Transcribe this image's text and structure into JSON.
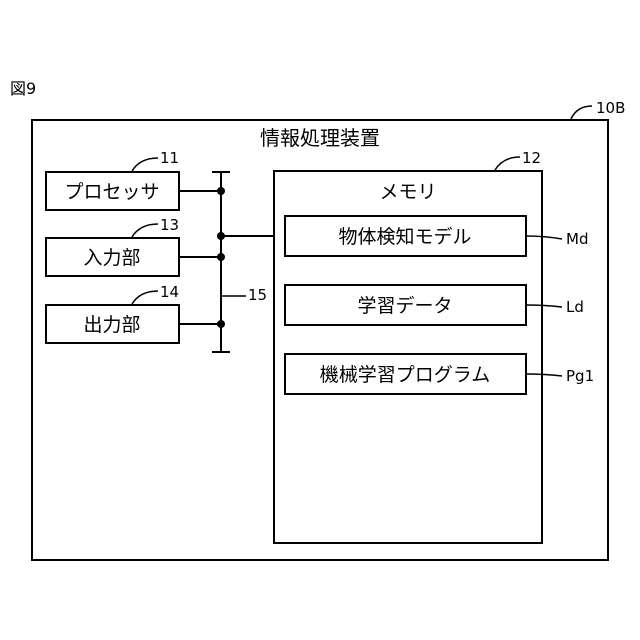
{
  "figure_label": "図9",
  "device": {
    "ref": "10B",
    "title": "情報処理装置"
  },
  "processor": {
    "label": "プロセッサ",
    "ref": "11"
  },
  "input": {
    "label": "入力部",
    "ref": "13"
  },
  "output": {
    "label": "出力部",
    "ref": "14"
  },
  "bus": {
    "ref": "15"
  },
  "memory": {
    "title": "メモリ",
    "ref": "12",
    "items": [
      {
        "label": "物体検知モデル",
        "ref": "Md"
      },
      {
        "label": "学習データ",
        "ref": "Ld"
      },
      {
        "label": "機械学習プログラム",
        "ref": "Pg1"
      }
    ]
  }
}
